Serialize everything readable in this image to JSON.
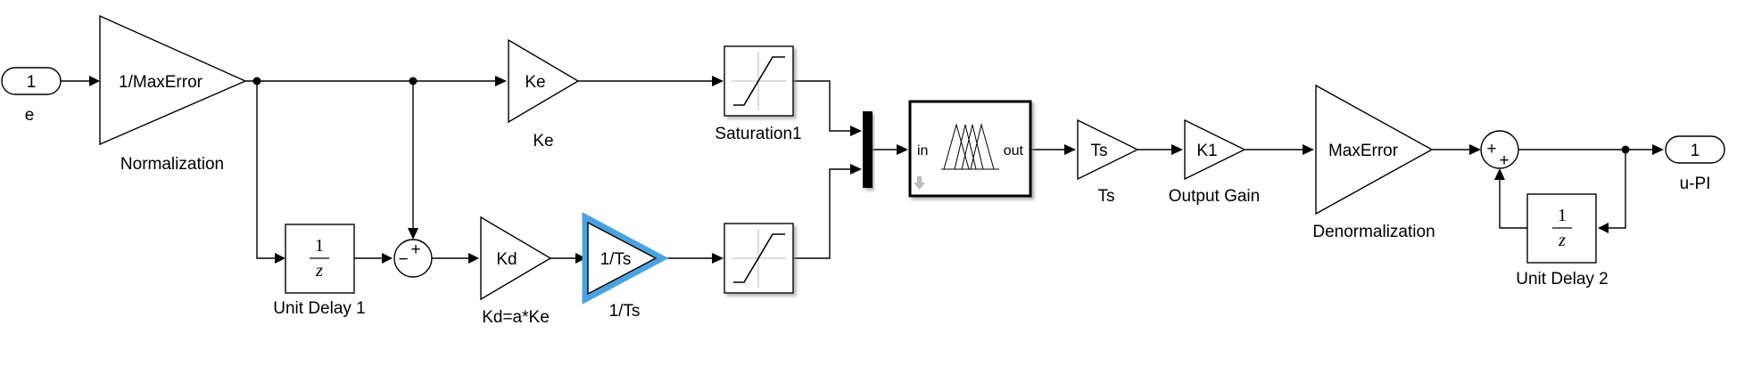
{
  "diagram": {
    "inport": {
      "number": "1",
      "name": "e"
    },
    "outport": {
      "number": "1",
      "name": "u-PI"
    },
    "normalization": {
      "text": "1/MaxError",
      "name": "Normalization"
    },
    "ke_gain": {
      "text": "Ke",
      "name": "Ke"
    },
    "saturation_top": {
      "name": "Saturation1"
    },
    "unit_delay1": {
      "num": "1",
      "den": "z",
      "name": "Unit Delay 1"
    },
    "sum1": {
      "plus": "+",
      "minus": "−"
    },
    "kd_gain": {
      "text": "Kd",
      "name": "Kd=a*Ke"
    },
    "ts_inv_gain": {
      "text": "1/Ts",
      "name": "1/Ts",
      "highlight_color": "#4aa3df"
    },
    "fuzzy": {
      "in_label": "in",
      "out_label": "out"
    },
    "ts_gain": {
      "text": "Ts",
      "name": "Ts"
    },
    "k1_gain": {
      "text": "K1",
      "name": "Output Gain"
    },
    "denorm": {
      "text": "MaxError",
      "name": "Denormalization"
    },
    "sum2": {
      "plus_left": "+",
      "plus_bottom": "+"
    },
    "unit_delay2": {
      "num": "1",
      "den": "z",
      "name": "Unit Delay 2"
    }
  }
}
